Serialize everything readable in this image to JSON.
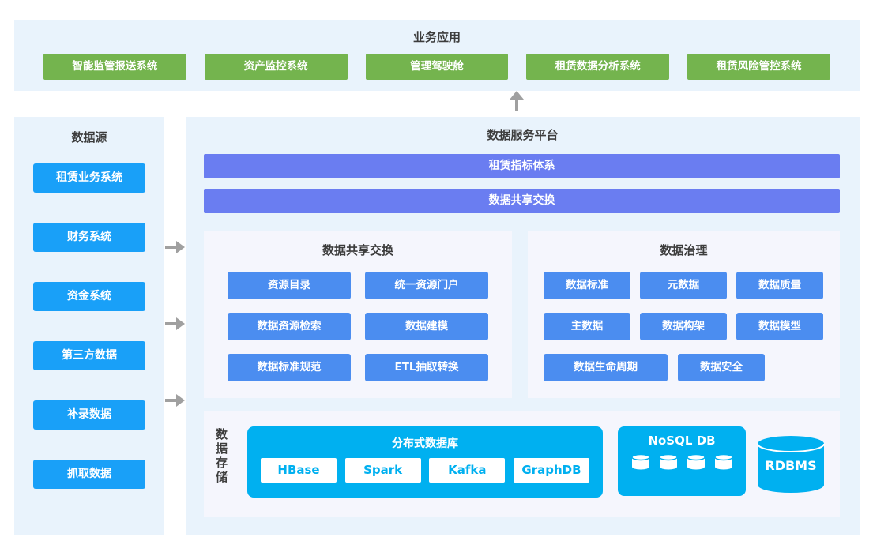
{
  "colors": {
    "panel_bg": "#e9f3fc",
    "subpanel_bg": "#f5f6fd",
    "green": "#74b44e",
    "azure": "#19a0f8",
    "blue": "#4b8df0",
    "purple": "#6a7df1",
    "cyan": "#00b0f0",
    "arrow_gray": "#a0a0a0",
    "title_text": "#3c3c3c"
  },
  "business_apps": {
    "title": "业务应用",
    "items": [
      "智能监管报送系统",
      "资产监控系统",
      "管理驾驶舱",
      "租赁数据分析系统",
      "租赁风险管控系统"
    ]
  },
  "data_sources": {
    "title": "数据源",
    "items": [
      "租赁业务系统",
      "财务系统",
      "资金系统",
      "第三方数据",
      "补录数据",
      "抓取数据"
    ]
  },
  "platform": {
    "title": "数据服务平台",
    "bars": [
      "租赁指标体系",
      "数据共享交换"
    ],
    "sharing": {
      "title": "数据共享交换",
      "items": [
        "资源目录",
        "统一资源门户",
        "数据资源检索",
        "数据建模",
        "数据标准规范",
        "ETL抽取转换"
      ]
    },
    "governance": {
      "title": "数据治理",
      "rows": [
        [
          "数据标准",
          "元数据",
          "数据质量"
        ],
        [
          "主数据",
          "数据构架",
          "数据模型"
        ],
        [
          "数据生命周期",
          "数据安全"
        ]
      ]
    },
    "storage": {
      "title": "数据存储",
      "distributed": {
        "title": "分布式数据库",
        "items": [
          "HBase",
          "Spark",
          "Kafka",
          "GraphDB"
        ]
      },
      "nosql": {
        "title": "NoSQL DB"
      },
      "rdbms": {
        "title": "RDBMS"
      }
    }
  }
}
